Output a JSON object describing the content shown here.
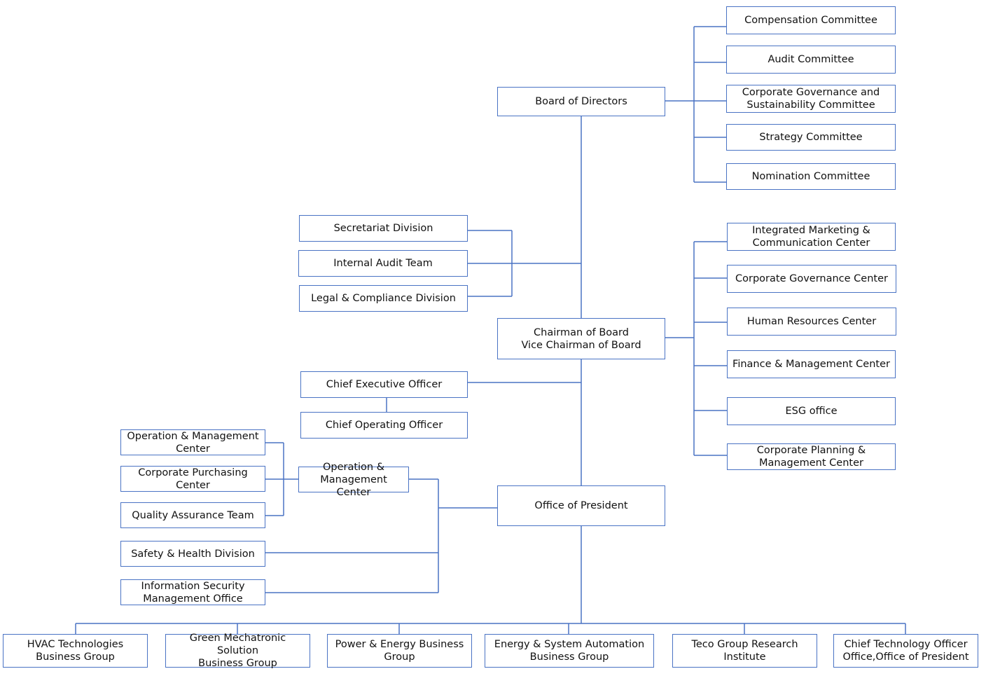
{
  "colors": {
    "line": "#4a73c4",
    "border": "#4a73c4",
    "text": "#111111"
  },
  "nodes": {
    "board": "Board of Directors",
    "compensation": "Compensation Committee",
    "audit_committee": "Audit Committee",
    "cg_sustain": "Corporate Governance and\nSustainability Committee",
    "strategy": "Strategy Committee",
    "nomination": "Nomination Committee",
    "secretariat": "Secretariat Division",
    "internal_audit": "Internal Audit Team",
    "legal": "Legal & Compliance Division",
    "chairman": "Chairman of Board\nVice Chairman of Board",
    "imc": "Integrated Marketing &\nCommunication Center",
    "cgc": "Corporate Governance Center",
    "hr": "Human Resources Center",
    "finance": "Finance & Management Center",
    "esg": "ESG office",
    "cpm": "Corporate Planning &\nManagement Center",
    "ceo": "Chief Executive Officer",
    "coo": "Chief Operating Officer",
    "omc_sub": "Operation & Management\nCenter",
    "purchasing": "Corporate Purchasing\nCenter",
    "qa": "Quality Assurance Team",
    "omc": "Operation &\nManagement Center",
    "president": "Office of President",
    "safety": "Safety & Health Division",
    "infosec": "Information Security\nManagement Office",
    "hvac": "HVAC Technologies\nBusiness Group",
    "green": "Green Mechatronic Solution\nBusiness Group",
    "power": "Power & Energy Business\nGroup",
    "esa": "Energy & System Automation\nBusiness Group",
    "research": "Teco Group Research\nInstitute",
    "cto": "Chief Technology Officer\nOffice,Office of President"
  }
}
